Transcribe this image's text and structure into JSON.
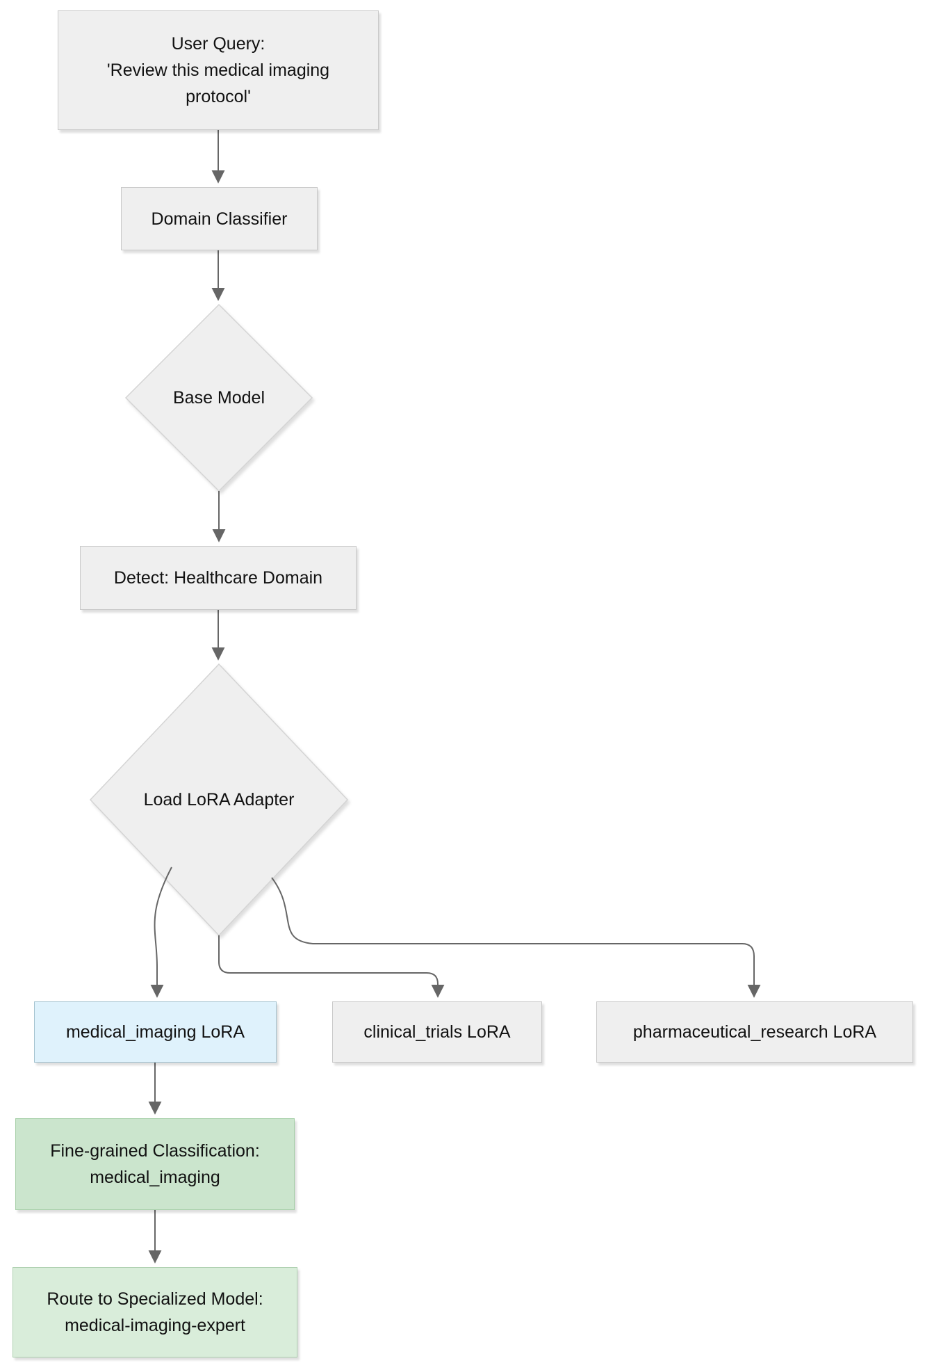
{
  "colors": {
    "node_fill": "#efefef",
    "node_border": "#c9c9c9",
    "diamond_border": "#d4d4d4",
    "highlight_fill": "#dff2fc",
    "highlight_border": "#a4c2cf",
    "green_a_fill": "#cbe5cd",
    "green_a_border": "#a5cfa7",
    "green_b_fill": "#d9edda",
    "green_b_border": "#accfae",
    "arrow": "#666666",
    "text": "#111111"
  },
  "nodes": {
    "user_query": {
      "lines": [
        "User Query:",
        "'Review this medical imaging",
        "protocol'"
      ]
    },
    "domain_classifier": {
      "lines": [
        "Domain Classifier"
      ]
    },
    "base_model": {
      "lines": [
        "Base Model"
      ]
    },
    "detect": {
      "lines": [
        "Detect: Healthcare Domain"
      ]
    },
    "load_lora": {
      "lines": [
        "Load LoRA Adapter"
      ]
    },
    "medical_imaging": {
      "lines": [
        "medical_imaging LoRA"
      ]
    },
    "clinical_trials": {
      "lines": [
        "clinical_trials LoRA"
      ]
    },
    "pharma": {
      "lines": [
        "pharmaceutical_research LoRA"
      ]
    },
    "fine_grained": {
      "lines": [
        "Fine-grained Classification:",
        "medical_imaging"
      ]
    },
    "route": {
      "lines": [
        "Route to Specialized Model:",
        "medical-imaging-expert"
      ]
    }
  }
}
